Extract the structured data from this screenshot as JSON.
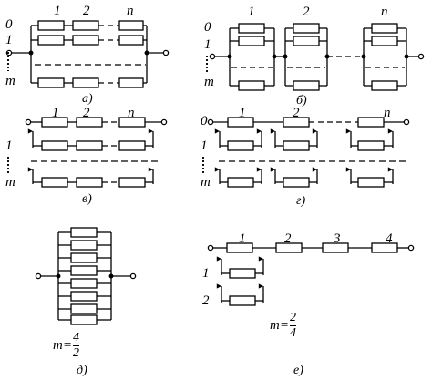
{
  "panels": {
    "a": {
      "caption": "а)",
      "element_labels": [
        "1",
        "2",
        "n"
      ],
      "row_labels": [
        "0",
        "1",
        "m"
      ]
    },
    "b": {
      "caption": "б)",
      "element_labels": [
        "1",
        "2",
        "n"
      ],
      "row_labels": [
        "0",
        "1",
        "m"
      ]
    },
    "v": {
      "caption": "в)",
      "element_labels": [
        "1",
        "2",
        "n"
      ],
      "row_labels": [
        "1",
        "m"
      ]
    },
    "g": {
      "caption": "г)",
      "element_labels": [
        "1",
        "2",
        "n"
      ],
      "row_labels": [
        "0",
        "1",
        "m"
      ]
    },
    "d": {
      "caption": "д)",
      "formula": {
        "lhs": "m=",
        "numerator": "4",
        "denominator": "2"
      }
    },
    "e": {
      "caption": "е)",
      "element_labels": [
        "1",
        "2",
        "3",
        "4"
      ],
      "row_labels": [
        "1",
        "2"
      ],
      "formula": {
        "lhs": "m=",
        "numerator": "2",
        "denominator": "4"
      }
    }
  }
}
